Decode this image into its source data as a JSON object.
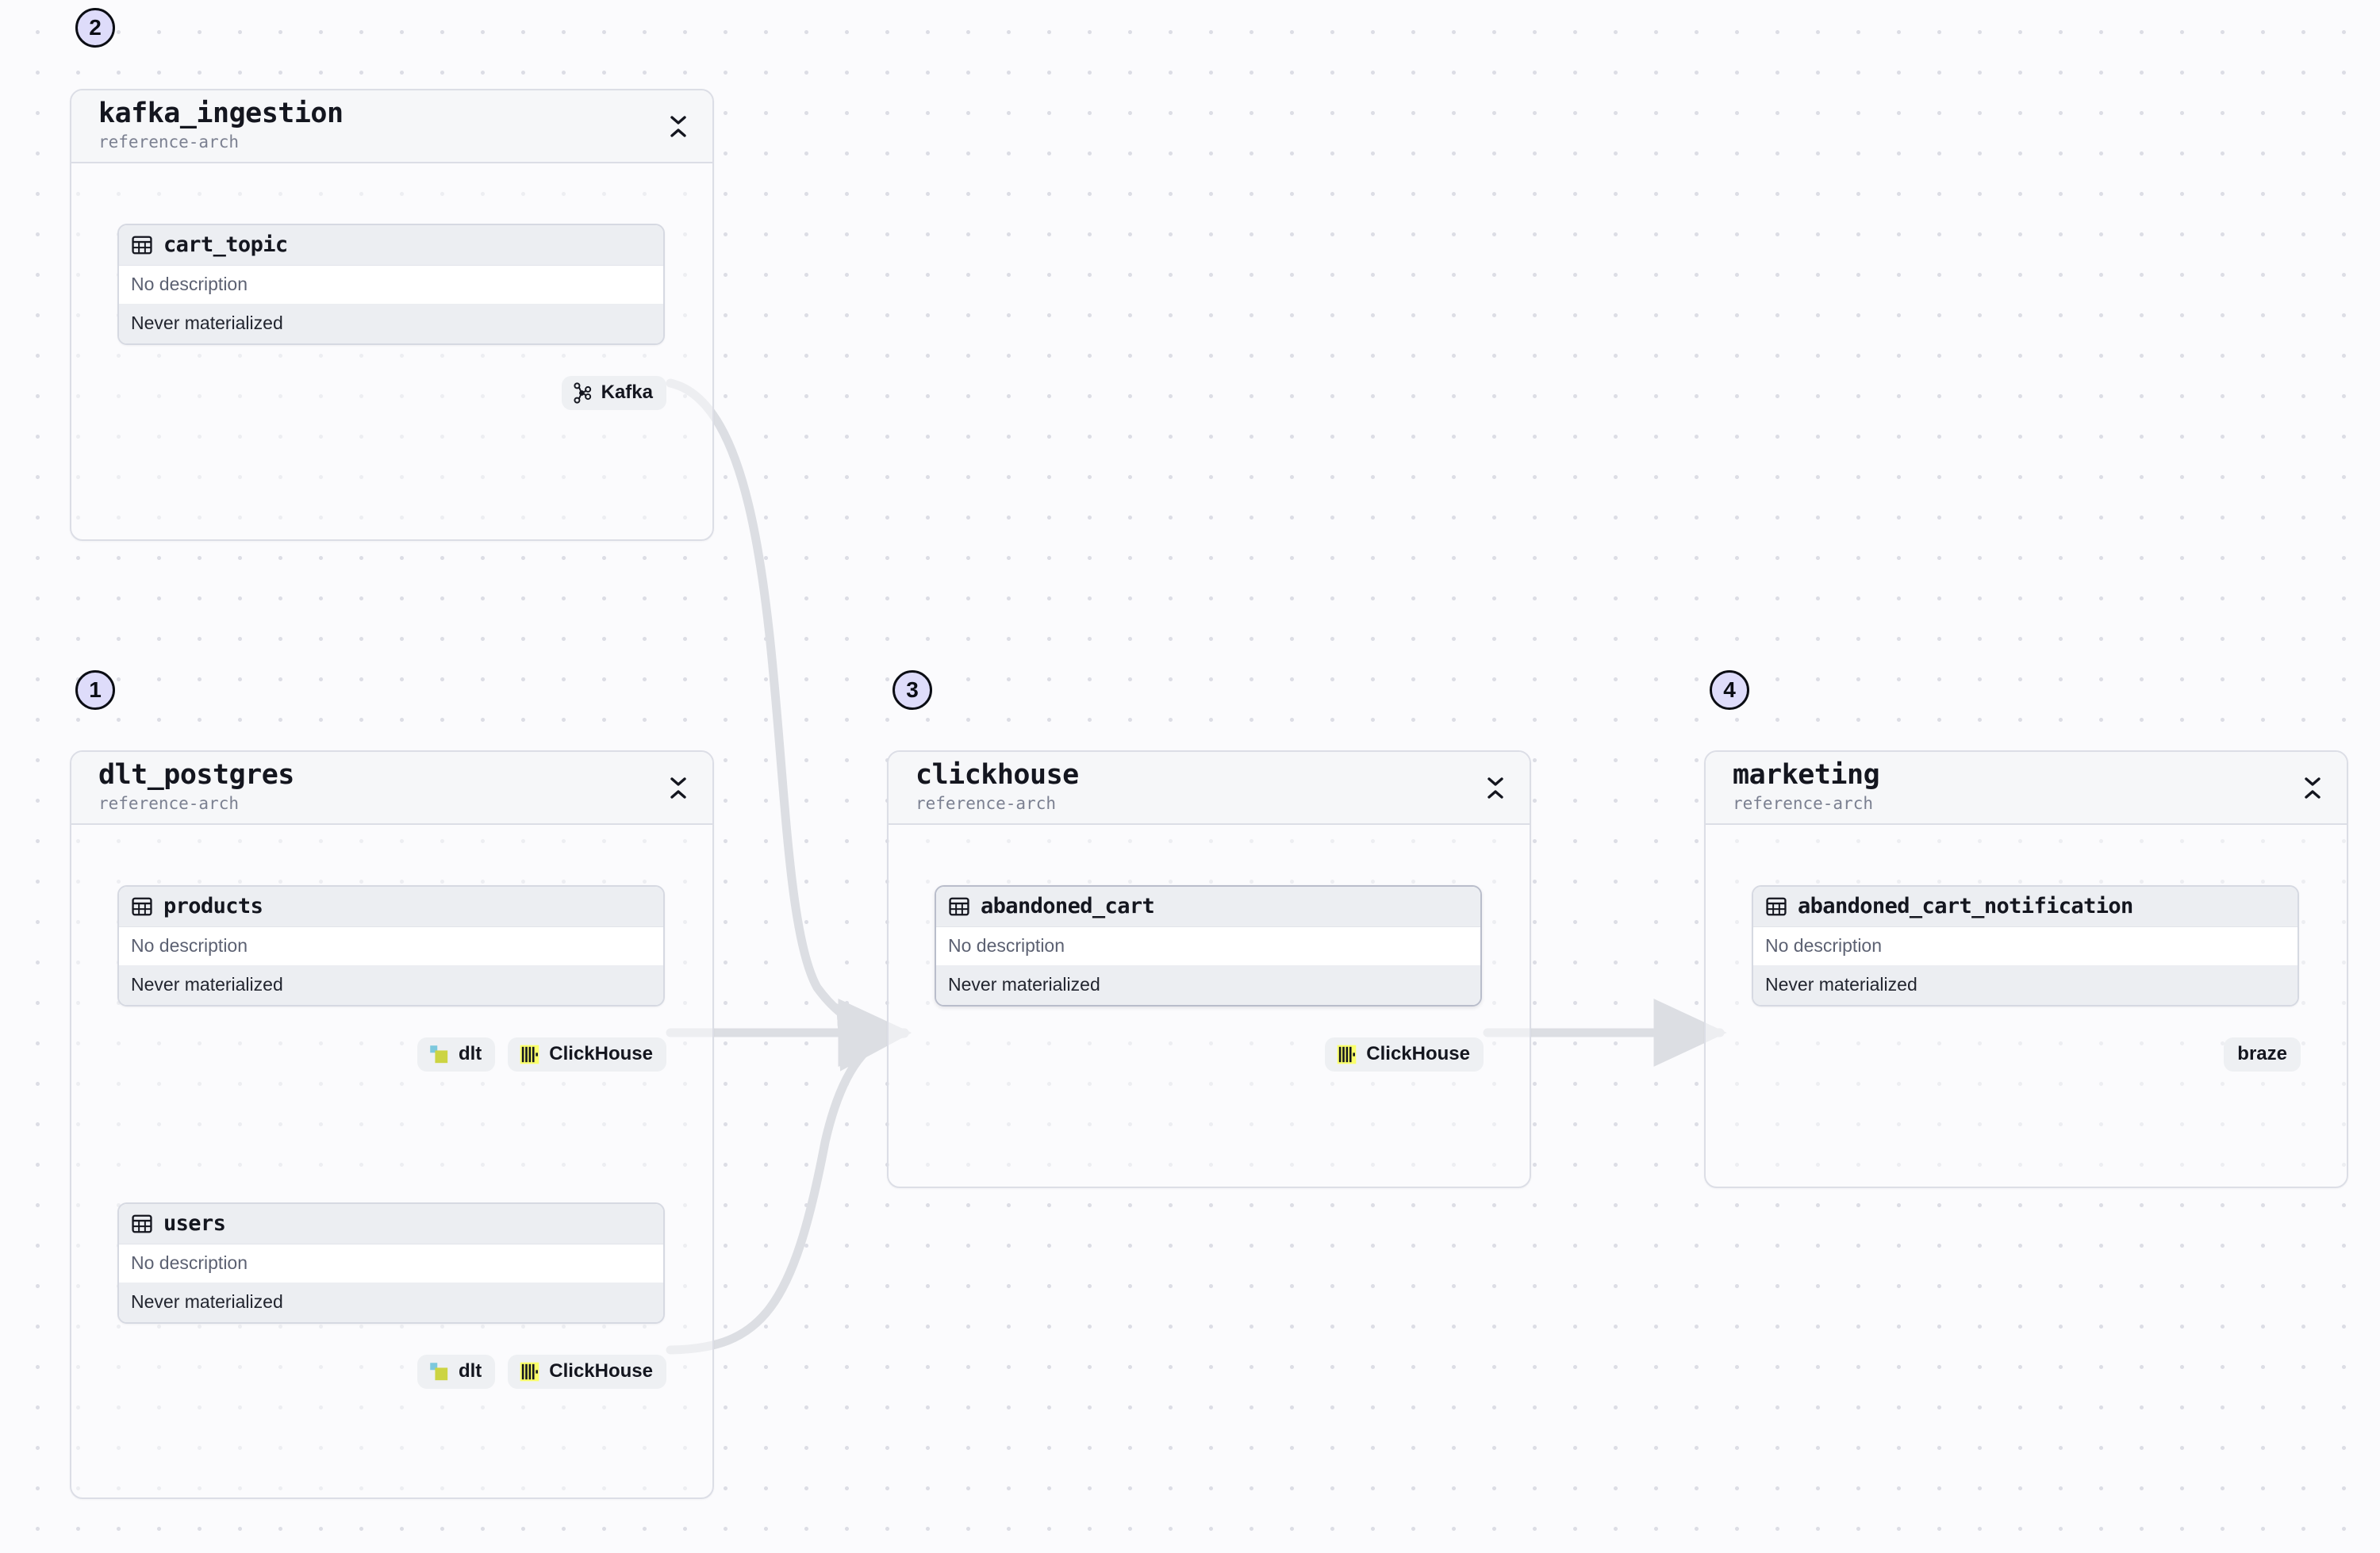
{
  "canvas": {
    "background_color": "#fbfbfd",
    "dot_grid_color": "#dcdde5",
    "edge_color": "#dcdee3"
  },
  "colors": {
    "step_badge_fill": "#dedcfa",
    "step_badge_border": "#0b0d14",
    "node_header_bg": "#f6f7f9",
    "node_border": "#dcdee6",
    "card_head_bg": "#eceef2",
    "badge_bg": "#eef0f3",
    "clickhouse_yellow": "#faff69",
    "dlt_cyan": "#7cc8dd",
    "dlt_lime": "#ccd442"
  },
  "common": {
    "subtitle": "reference-arch",
    "no_description": "No description",
    "never_materialized": "Never materialized",
    "collapse_icon": "chevrons-down-up-icon",
    "table_icon": "table-grid-icon"
  },
  "nodes": [
    {
      "id": "kafka_ingestion",
      "step": "2",
      "title": "kafka_ingestion",
      "subtitle": "reference-arch",
      "tables": [
        {
          "name": "cart_topic",
          "description": "No description",
          "materialization": "Never materialized",
          "selected": false,
          "badges": [
            {
              "label": "Kafka",
              "logo": "kafka-logo-icon"
            }
          ]
        }
      ]
    },
    {
      "id": "dlt_postgres",
      "step": "1",
      "title": "dlt_postgres",
      "subtitle": "reference-arch",
      "tables": [
        {
          "name": "products",
          "description": "No description",
          "materialization": "Never materialized",
          "selected": false,
          "badges": [
            {
              "label": "dlt",
              "logo": "dlt-logo-icon"
            },
            {
              "label": "ClickHouse",
              "logo": "clickhouse-logo-icon"
            }
          ]
        },
        {
          "name": "users",
          "description": "No description",
          "materialization": "Never materialized",
          "selected": false,
          "badges": [
            {
              "label": "dlt",
              "logo": "dlt-logo-icon"
            },
            {
              "label": "ClickHouse",
              "logo": "clickhouse-logo-icon"
            }
          ]
        }
      ]
    },
    {
      "id": "clickhouse",
      "step": "3",
      "title": "clickhouse",
      "subtitle": "reference-arch",
      "tables": [
        {
          "name": "abandoned_cart",
          "description": "No description",
          "materialization": "Never materialized",
          "selected": true,
          "badges": [
            {
              "label": "ClickHouse",
              "logo": "clickhouse-logo-icon"
            }
          ]
        }
      ]
    },
    {
      "id": "marketing",
      "step": "4",
      "title": "marketing",
      "subtitle": "reference-arch",
      "tables": [
        {
          "name": "abandoned_cart_notification",
          "description": "No description",
          "materialization": "Never materialized",
          "selected": false,
          "badges": [
            {
              "label": "braze",
              "logo": null
            }
          ]
        }
      ]
    }
  ],
  "edges": [
    {
      "from": "cart_topic",
      "to": "abandoned_cart"
    },
    {
      "from": "products",
      "to": "abandoned_cart"
    },
    {
      "from": "users",
      "to": "abandoned_cart"
    },
    {
      "from": "abandoned_cart",
      "to": "abandoned_cart_notification"
    }
  ]
}
